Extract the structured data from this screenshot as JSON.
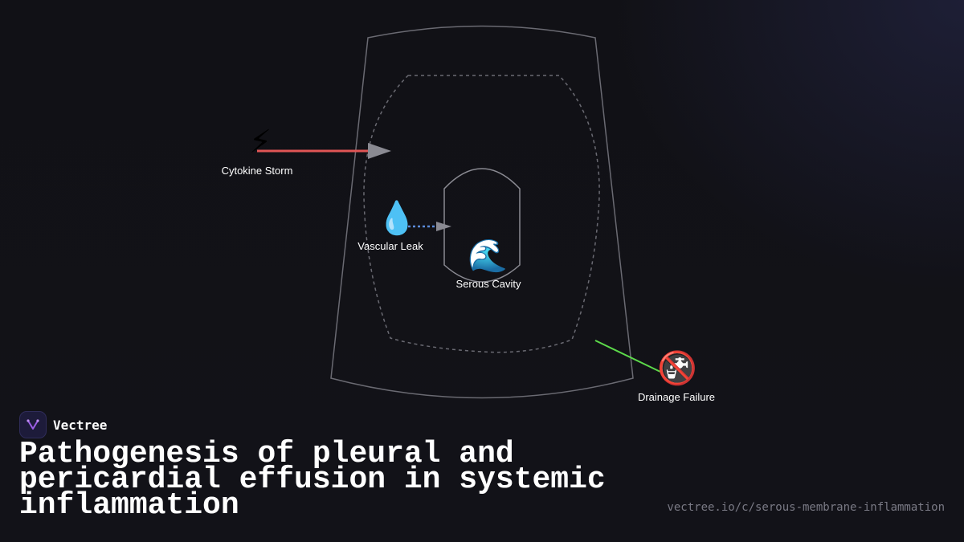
{
  "diagram": {
    "nodes": {
      "cytokine_storm": {
        "label": "Cytokine Storm",
        "icon": "lightning-icon",
        "glyph": "⚡"
      },
      "vascular_leak": {
        "label": "Vascular Leak",
        "icon": "droplet-icon",
        "glyph": "💧"
      },
      "serous_cavity": {
        "label": "Serous Cavity",
        "icon": "wave-icon",
        "glyph": "🌊"
      },
      "drainage_failure": {
        "label": "Drainage Failure",
        "icon": "no-drain-icon",
        "glyph": "🚱"
      }
    },
    "edge_colors": {
      "cytokine": "#e05555",
      "leak": "#5b8bd9",
      "drainage": "#5cd94a"
    }
  },
  "brand": {
    "name": "Vectree",
    "logo_color": "#9b5de5"
  },
  "title": "Pathogenesis of pleural and pericardial effusion in systemic inflammation",
  "url": "vectree.io/c/serous-membrane-inflammation"
}
